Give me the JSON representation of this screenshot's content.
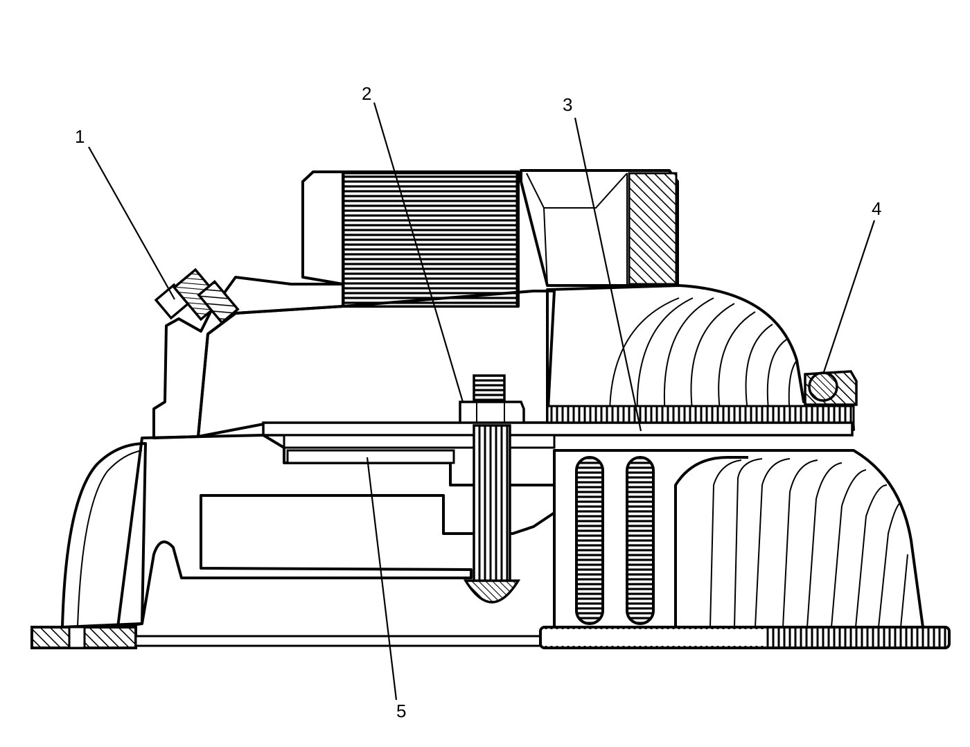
{
  "figure": {
    "colors": {
      "ink": "#000000",
      "paper": "#ffffff"
    },
    "callouts": [
      {
        "id": "1",
        "label": "1"
      },
      {
        "id": "2",
        "label": "2"
      },
      {
        "id": "3",
        "label": "3"
      },
      {
        "id": "4",
        "label": "4"
      },
      {
        "id": "5",
        "label": "5"
      }
    ]
  }
}
